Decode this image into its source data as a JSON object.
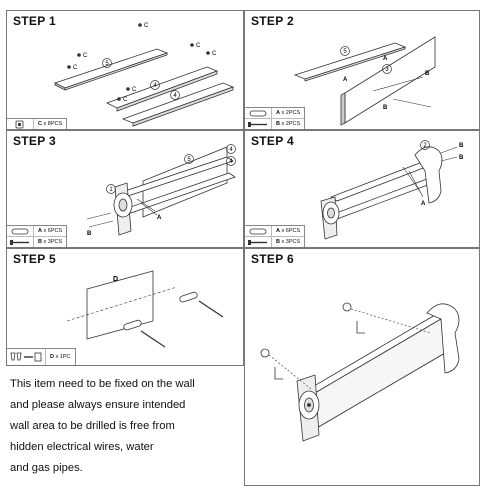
{
  "steps": [
    {
      "title": "STEP 1",
      "parts": [
        {
          "qty_label": "C",
          "qty_text": "x 8PCS"
        }
      ]
    },
    {
      "title": "STEP 2",
      "parts": [
        {
          "qty_label": "A",
          "qty_text": "x 2PCS"
        },
        {
          "qty_label": "B",
          "qty_text": "x 2PCS"
        }
      ]
    },
    {
      "title": "STEP 3",
      "parts": [
        {
          "qty_label": "A",
          "qty_text": "x 6PCS"
        },
        {
          "qty_label": "B",
          "qty_text": "x 3PCS"
        }
      ]
    },
    {
      "title": "STEP 4",
      "parts": [
        {
          "qty_label": "A",
          "qty_text": "x 6PCS"
        },
        {
          "qty_label": "B",
          "qty_text": "x 3PCS"
        }
      ]
    },
    {
      "title": "STEP 5",
      "parts": [
        {
          "qty_label": "D",
          "qty_text": "x 1PC"
        }
      ]
    },
    {
      "title": "STEP 6",
      "parts": []
    }
  ],
  "diagram_labels": {
    "c": "C",
    "a": "A",
    "b": "B",
    "d": "D",
    "one": "1",
    "two": "2",
    "three": "3",
    "four": "4",
    "five": "5"
  },
  "note_lines": [
    "This item need to be fixed on the wall",
    "and please always ensure intended",
    "wall area to be drilled is free from",
    "hidden electrical wires, water",
    "and gas pipes."
  ]
}
